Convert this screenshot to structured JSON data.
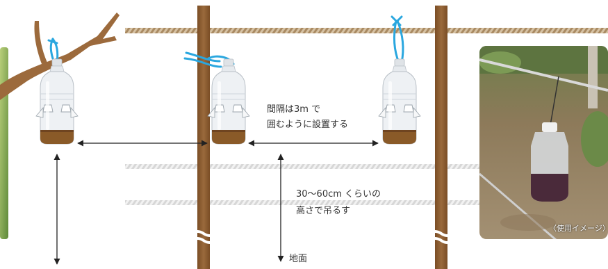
{
  "labels": {
    "interval_line1": "間隔は3m で",
    "interval_line2": "囲むように設置する",
    "height_line1": "30〜60cm くらいの",
    "height_line2": "高さで吊るす",
    "ground": "地面"
  },
  "photo": {
    "caption": "〈使用イメージ〉"
  },
  "colors": {
    "post": "#8b5a2b",
    "rope": "#b89a72",
    "tie": "#2aa7df",
    "liquid": "#8a5a28",
    "bottle": "#e2e6ea",
    "arrow": "#333333"
  },
  "icons": {
    "bottle": "pet-bottle-trap-icon",
    "branch": "tree-branch-icon",
    "ground_arrow": "arrow-down-icon"
  }
}
